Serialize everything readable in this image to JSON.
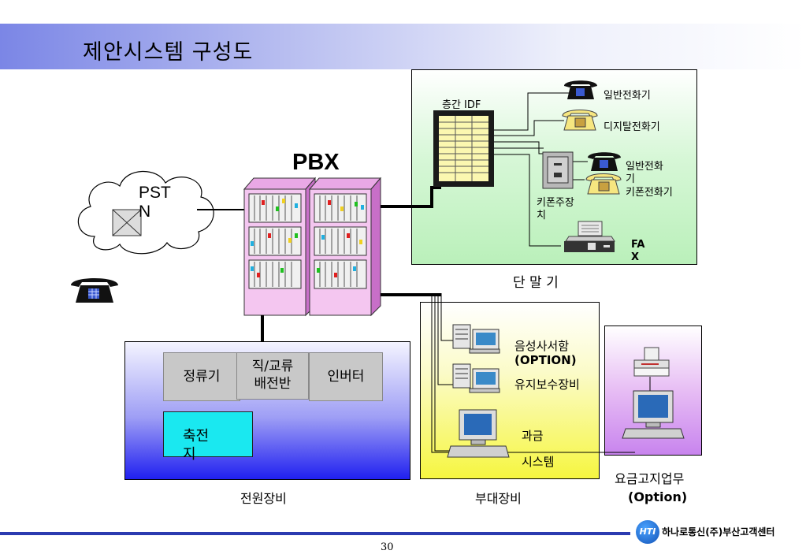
{
  "slide": {
    "title": "제안시스템 구성도",
    "page_number": "30"
  },
  "pstn": {
    "label_line1": "PST",
    "label_line2": "N"
  },
  "pbx": {
    "label": "PBX"
  },
  "terminal": {
    "idf_label": "층간 IDF",
    "phone1": "일반전화기",
    "phone2": "디지탈전화기",
    "phone3_line1": "일반전화",
    "phone3_line2": "기",
    "keyphone_label": "키폰전화기",
    "keyphone_main_line1": "키폰주장",
    "keyphone_main_line2": "치",
    "fax_line1": "FA",
    "fax_line2": "X",
    "caption": "단 말 기"
  },
  "power": {
    "rectifier": "정류기",
    "distribution_line1": "직/교류",
    "distribution_line2": "배전반",
    "inverter": "인버터",
    "battery_line1": "축전",
    "battery_line2": "지",
    "caption": "전원장비"
  },
  "aux": {
    "voicemail": "음성사서함",
    "voicemail_option": "(OPTION)",
    "maintenance": "유지보수장비",
    "billing_line1": "과금",
    "billing_line2": "시스템",
    "caption": "부대장비"
  },
  "billing_notice": {
    "caption": "요금고지업무",
    "option": "(Option)"
  },
  "logo": {
    "mark": "HTI",
    "text": "하나로통신(주)부산고객센터"
  }
}
